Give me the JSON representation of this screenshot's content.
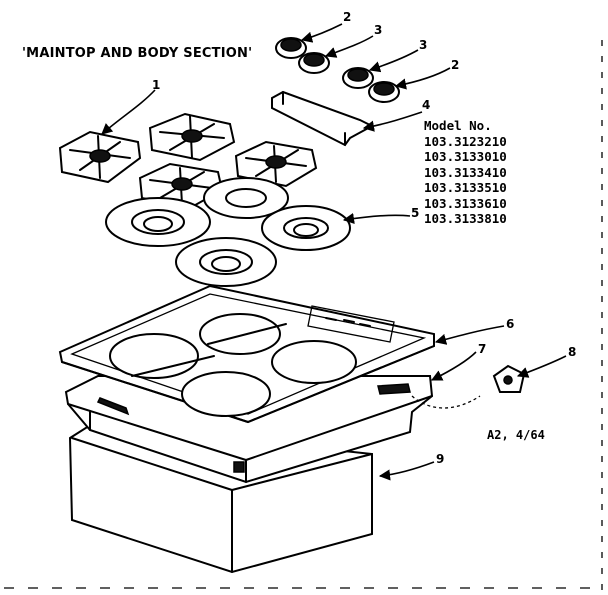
{
  "title": "'MAINTOP AND BODY SECTION'",
  "model_header": "Model No.",
  "models": [
    "103.3123210",
    "103.3133010",
    "103.3133410",
    "103.3133510",
    "103.3133610",
    "103.3133810"
  ],
  "callouts": [
    "1",
    "2",
    "3",
    "3",
    "2",
    "4",
    "5",
    "6",
    "7",
    "8",
    "9"
  ],
  "stamp": "A2, 4/64"
}
